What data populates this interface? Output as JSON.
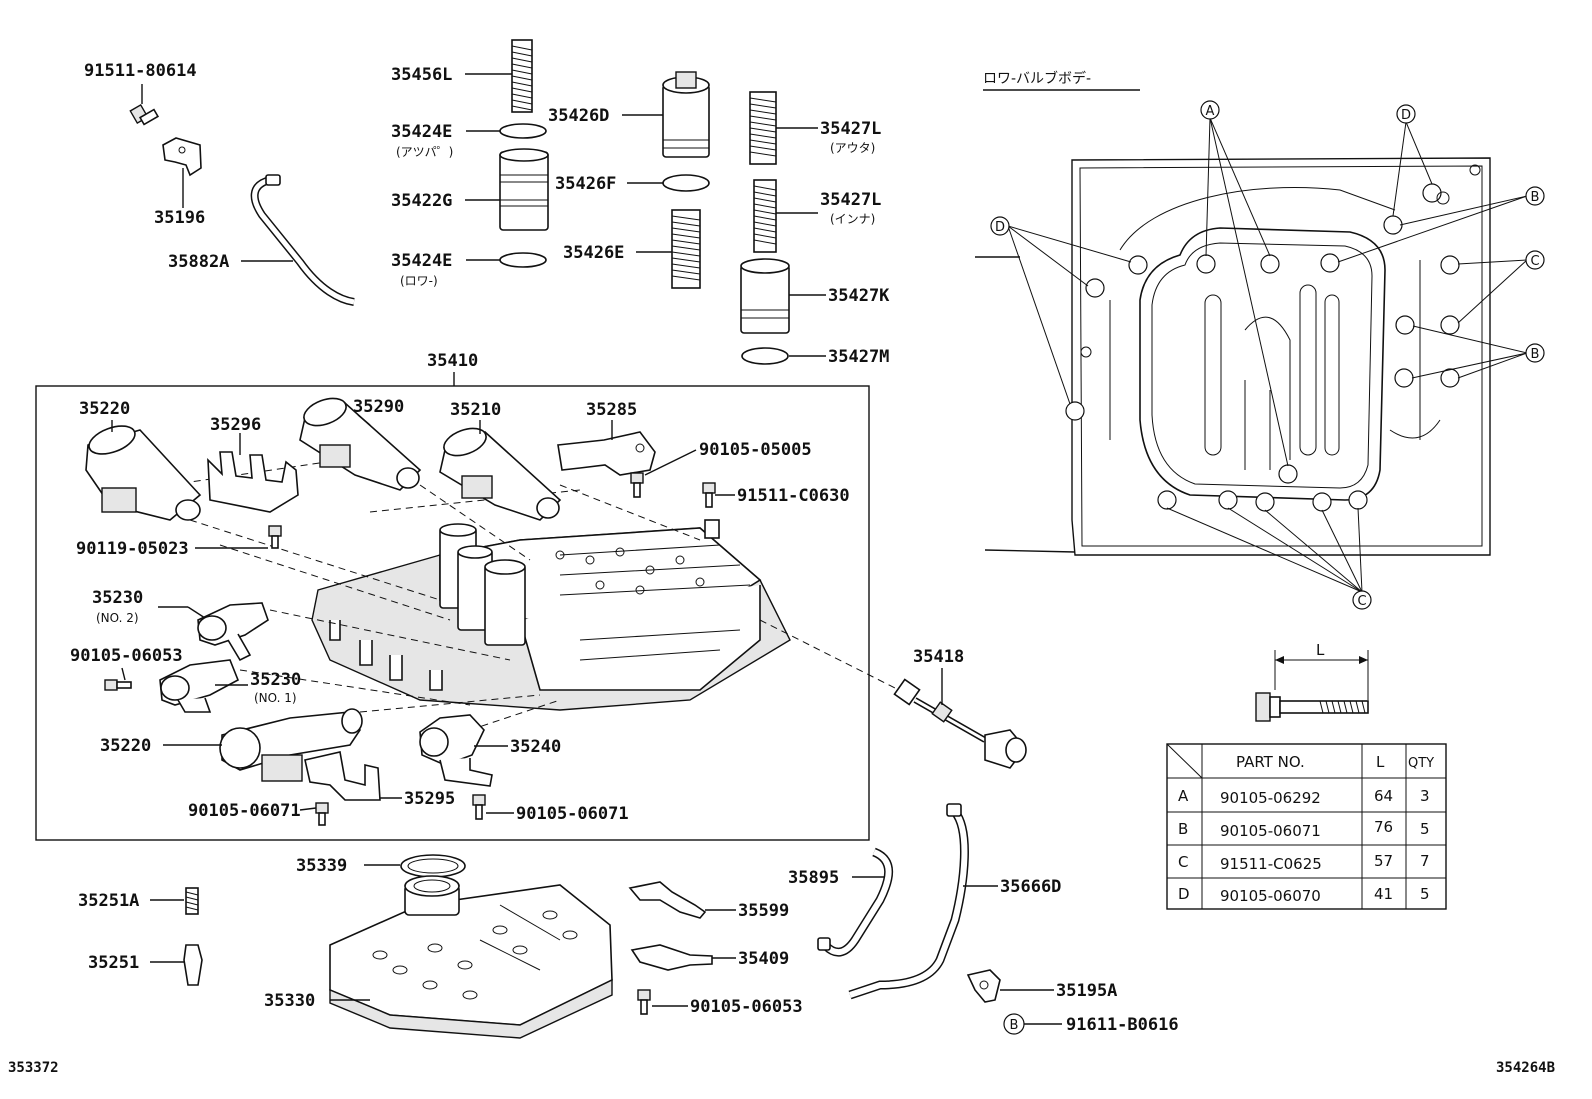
{
  "labels": {
    "p91511_80614": "91511-80614",
    "p35196": "35196",
    "p35882a": "35882A",
    "p35456l": "35456L",
    "p35424e_upper": "35424E",
    "sub_upper": "(アツパ゜)",
    "p35422g": "35422G",
    "p35424e_lower": "35424E",
    "sub_lower": "(ロワ-)",
    "p35426d": "35426D",
    "p35426f": "35426F",
    "p35426e": "35426E",
    "p35427l_outer": "35427L",
    "sub_outer": "(アウタ)",
    "p35427l_inner": "35427L",
    "sub_inner": "(インナ)",
    "p35427k": "35427K",
    "p35427m": "35427M",
    "p35410": "35410",
    "p35220_top": "35220",
    "p35296": "35296",
    "p35290": "35290",
    "p35210": "35210",
    "p35285": "35285",
    "p90105_05005": "90105-05005",
    "p91511_c0630": "91511-C0630",
    "p90119_05023": "90119-05023",
    "p35230_no2": "35230",
    "sub_no2": "(NO. 2)",
    "p90105_06053_left": "90105-06053",
    "p35230_no1": "35230",
    "sub_no1": "(NO. 1)",
    "p35220_bottom": "35220",
    "p35240": "35240",
    "p90105_06071_left": "90105-06071",
    "p35295": "35295",
    "p90105_06071_right": "90105-06071",
    "p35418": "35418",
    "p35339": "35339",
    "p35251a": "35251A",
    "p35251": "35251",
    "p35330": "35330",
    "p35599": "35599",
    "p35409": "35409",
    "p90105_06053_bottom": "90105-06053",
    "p35895": "35895",
    "p35666d": "35666D",
    "p35195a": "35195A",
    "p91611_b0616": "91611-B0616",
    "lower_valve_body_title": "ロワ-バルブボデ-",
    "dim_l": "L",
    "corner_left": "353372",
    "corner_right": "354264B"
  },
  "callouts": {
    "a": "A",
    "b": "B",
    "c": "C",
    "d": "D"
  },
  "bolt_table": {
    "headers": {
      "part_no": "PART NO.",
      "l": "L",
      "qty": "QTY"
    },
    "rows": [
      {
        "key": "A",
        "part_no": "90105-06292",
        "l": "64",
        "qty": "3"
      },
      {
        "key": "B",
        "part_no": "90105-06071",
        "l": "76",
        "qty": "5"
      },
      {
        "key": "C",
        "part_no": "91511-C0625",
        "l": "57",
        "qty": "7"
      },
      {
        "key": "D",
        "part_no": "90105-06070",
        "l": "41",
        "qty": "5"
      }
    ]
  }
}
